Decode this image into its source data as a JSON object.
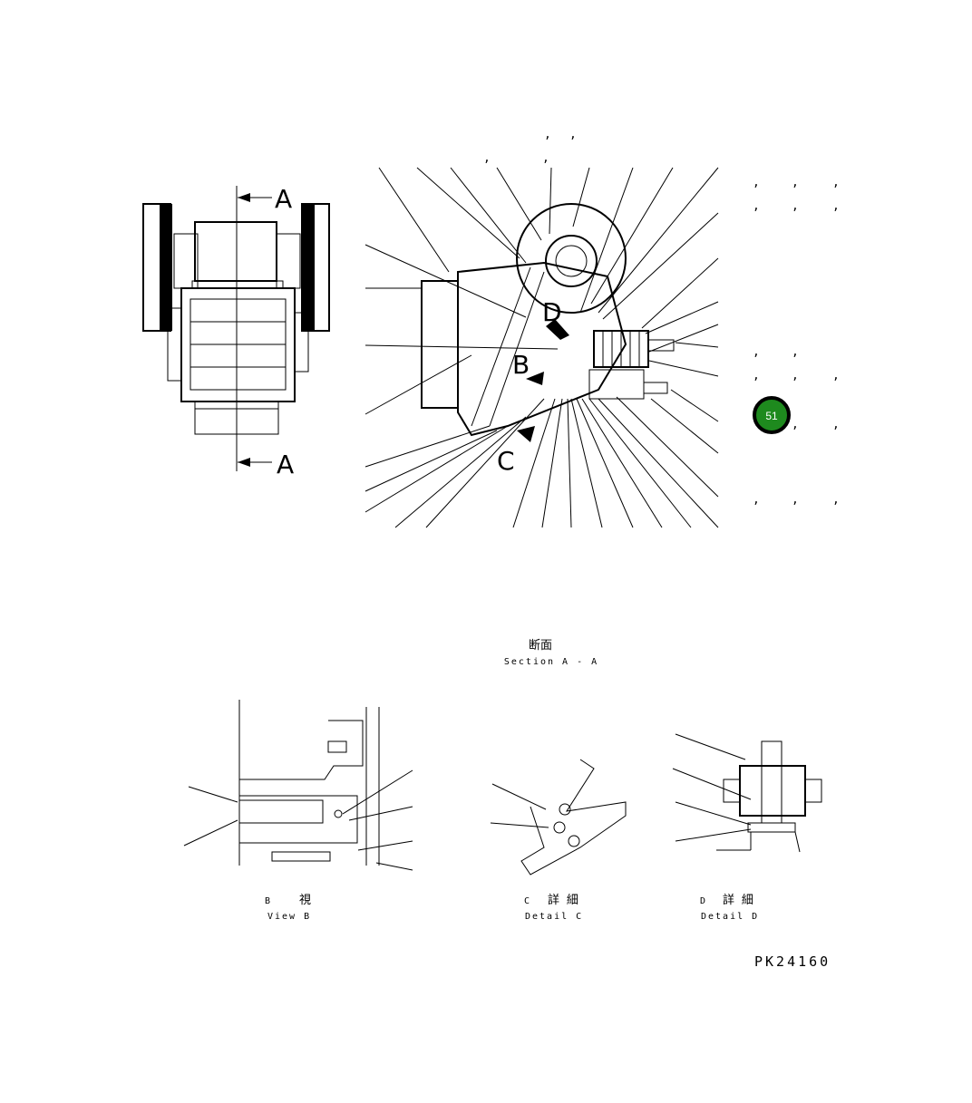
{
  "section_labels": {
    "a_top": "A",
    "a_bottom": "A",
    "b": "B",
    "c": "C",
    "d": "D"
  },
  "captions": {
    "section_jp": "断面",
    "section_en": "Section A - A",
    "view_b_letter": "B",
    "view_b_jp": "視",
    "view_b_en": "View B",
    "detail_c_letter": "C",
    "detail_c_jp": "詳 細",
    "detail_c_en": "Detail C",
    "detail_d_letter": "D",
    "detail_d_jp": "詳 細",
    "detail_d_en": "Detail D"
  },
  "drawing_code": "PK24160",
  "callout_badge": {
    "label": "51",
    "color": "#1e8a1e"
  },
  "comma": ","
}
